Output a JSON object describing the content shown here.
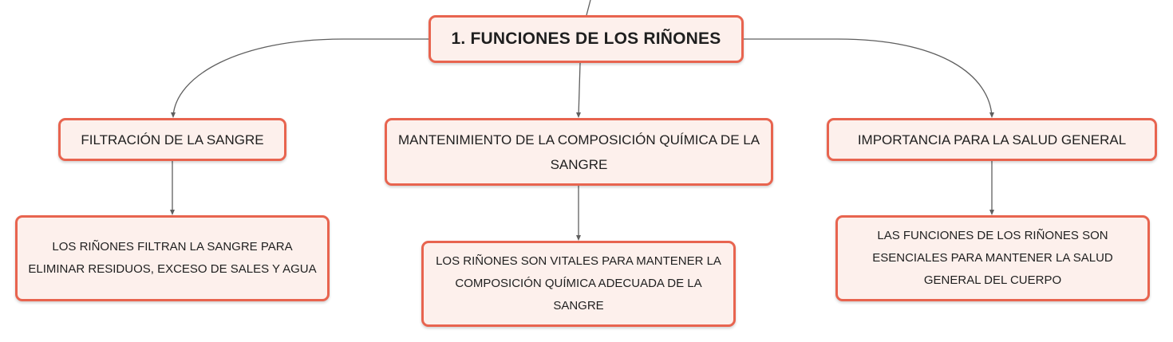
{
  "colors": {
    "node_fill": "#fdf0ec",
    "node_border": "#e8644f",
    "connector": "#5f5f5f",
    "text": "#1f1f1f"
  },
  "root": {
    "label": "1. FUNCIONES DE LOS RIÑONES"
  },
  "branches": [
    {
      "label": "FILTRACIÓN DE LA SANGRE",
      "detail": "LOS RIÑONES FILTRAN LA SANGRE PARA ELIMINAR RESIDUOS, EXCESO DE SALES Y AGUA"
    },
    {
      "label": "MANTENIMIENTO DE LA COMPOSICIÓN QUÍMICA DE LA SANGRE",
      "detail": "LOS RIÑONES SON VITALES PARA MANTENER LA COMPOSICIÓN QUÍMICA ADECUADA DE LA SANGRE"
    },
    {
      "label": "IMPORTANCIA PARA LA SALUD GENERAL",
      "detail": "LAS FUNCIONES DE LOS RIÑONES SON ESENCIALES PARA MANTENER LA SALUD GENERAL DEL CUERPO"
    }
  ]
}
